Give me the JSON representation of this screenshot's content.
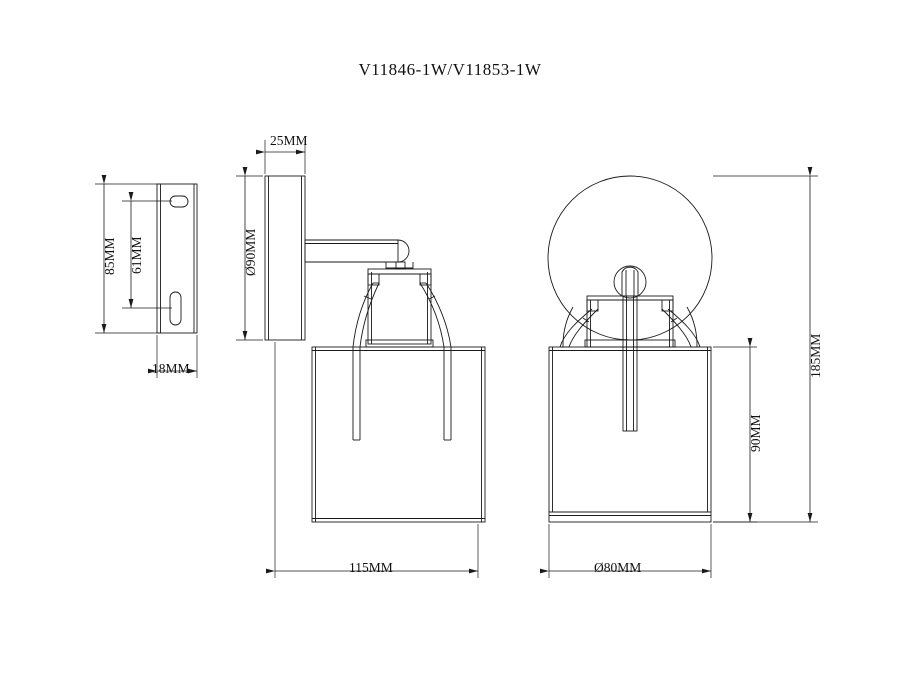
{
  "drawing": {
    "title": "V11846-1W/V11853-1W",
    "product_type": "wall-sconce-technical-drawing",
    "units": "MM",
    "line_color": "#1a1a1a",
    "background_color": "#ffffff",
    "views": [
      {
        "name": "mounting-plate-side-view",
        "position": "left"
      },
      {
        "name": "fixture-side-view",
        "position": "center"
      },
      {
        "name": "fixture-front-view",
        "position": "right"
      }
    ],
    "dimensions": {
      "bracket_height": "85MM",
      "bracket_hole_spacing": "61MM",
      "bracket_width": "18MM",
      "backplate_depth": "25MM",
      "backplate_diameter": "Ø90MM",
      "overall_depth": "115MM",
      "shade_diameter": "Ø80MM",
      "overall_height": "185MM",
      "shade_height": "90MM"
    }
  }
}
